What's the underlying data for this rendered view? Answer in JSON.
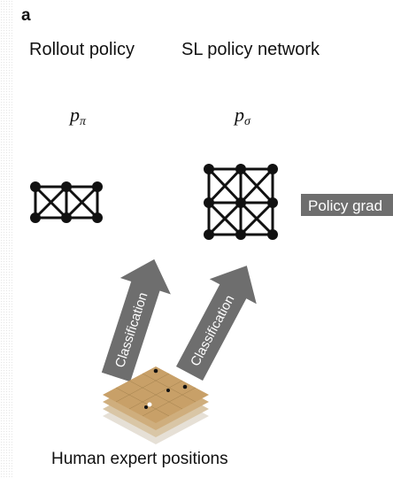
{
  "panel_letter": "a",
  "rollout": {
    "title": "Rollout policy",
    "symbol_main": "p",
    "symbol_sub": "π"
  },
  "sl": {
    "title": "SL policy network",
    "symbol_main": "p",
    "symbol_sub": "σ"
  },
  "arrows": {
    "left_label": "Classification",
    "right_label": "Classification"
  },
  "policy_gradient_label": "Policy grad",
  "bottom_label": "Human expert positions",
  "colors": {
    "arrow_fill": "#6e6e6e",
    "network": "#111111",
    "board_wood": "#c8a068"
  }
}
